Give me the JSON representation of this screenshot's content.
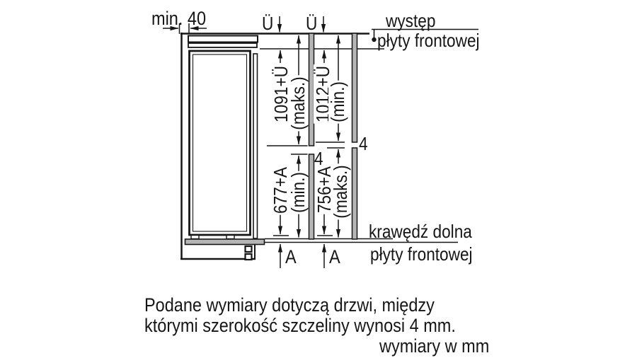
{
  "colors": {
    "ink": "#161616",
    "panel_gray": "#b5b5b5",
    "background": "#ffffff"
  },
  "labels": {
    "min_clearance": "min. 40",
    "overhang_symbol": "Ü",
    "overhang_note_line1": "występ",
    "overhang_note_line2": "płyty frontowej",
    "bottom_edge_note_line1": "krawędź dolna",
    "bottom_edge_note_line2": "płyty frontowej",
    "gap_door": "4",
    "gap_front_panel": "4",
    "offset_symbol": "A"
  },
  "dimensions": {
    "upper_max": {
      "value": "1091+Ü",
      "qualifier": "(maks.)"
    },
    "upper_min": {
      "value": "1012+Ü",
      "qualifier": "(min.)"
    },
    "lower_min": {
      "value": "677+A",
      "qualifier": "(min.)"
    },
    "lower_max": {
      "value": "756+A",
      "qualifier": "(maks.)"
    }
  },
  "footnote": {
    "line1": "Podane wymiary dotyczą drzwi, między",
    "line2": "którymi szerokość szczeliny wynosi 4 mm.",
    "units_note": "wymiary w mm"
  }
}
